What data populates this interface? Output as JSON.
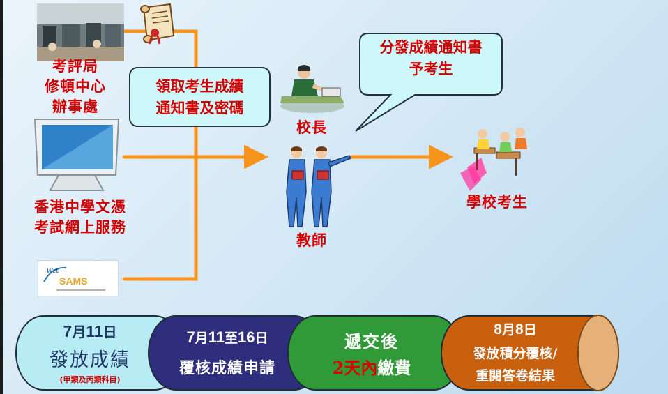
{
  "sources": {
    "hkeaa": "考評局\n修頓中心\n辦事處",
    "online": "香港中學文憑\n考試網上服務",
    "webams_logo": "WebSAMS"
  },
  "callouts": {
    "collect": "領取考生成績\n通知書及密碼",
    "distribute": "分發成績通知書\n予考生"
  },
  "roles": {
    "principal": "校長",
    "teacher": "教師",
    "students": "學校考生"
  },
  "timeline": {
    "stage1": {
      "date_parts": [
        "7",
        "月",
        "11",
        "日"
      ],
      "title": "發放成績",
      "note": "(甲類及丙類科目)"
    },
    "stage2": {
      "date_parts": [
        "7",
        "月",
        "11",
        "至",
        "16",
        "日"
      ],
      "title": "覆核成績申請"
    },
    "stage3": {
      "line1": "遞交後",
      "line2_red": "2天內",
      "line2_rest": "繳費"
    },
    "stage4": {
      "date_parts": [
        "8",
        "月",
        "8",
        "日"
      ],
      "line1": "發放積分覆核/",
      "line2": "重閱答卷結果"
    }
  },
  "colors": {
    "text_red": "#d40000",
    "arrow_orange": "#f7941d",
    "callout_fill": "#cdf7f8",
    "stage1": "#b8ecf4",
    "stage2": "#2e2e7d",
    "stage3": "#2f9a37",
    "stage4": "#c8600d",
    "cylinder_end": "#e6b07a"
  }
}
